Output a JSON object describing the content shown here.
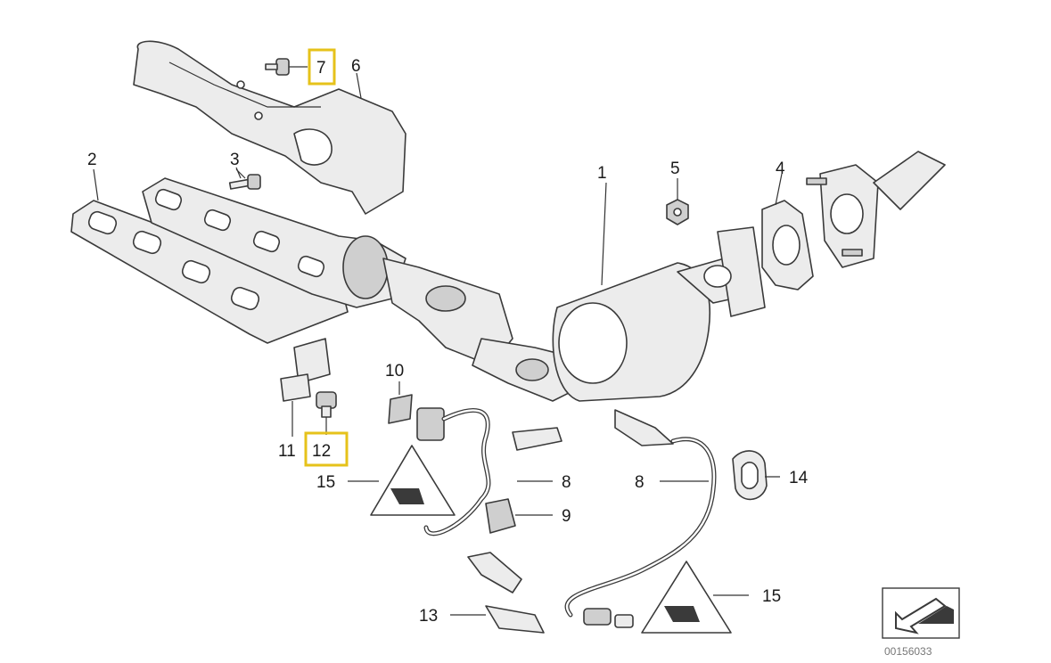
{
  "diagram": {
    "callouts": {
      "c1": "1",
      "c2": "2",
      "c3": "3",
      "c4": "4",
      "c5": "5",
      "c6": "6",
      "c7": "7",
      "c8a": "8",
      "c8b": "8",
      "c9": "9",
      "c10": "10",
      "c11": "11",
      "c12": "12",
      "c13": "13",
      "c14": "14",
      "c15a": "15",
      "c15b": "15"
    },
    "highlighted": [
      "7",
      "12"
    ],
    "highlight_color": "#e6c21a",
    "reference_number": "00156033"
  }
}
